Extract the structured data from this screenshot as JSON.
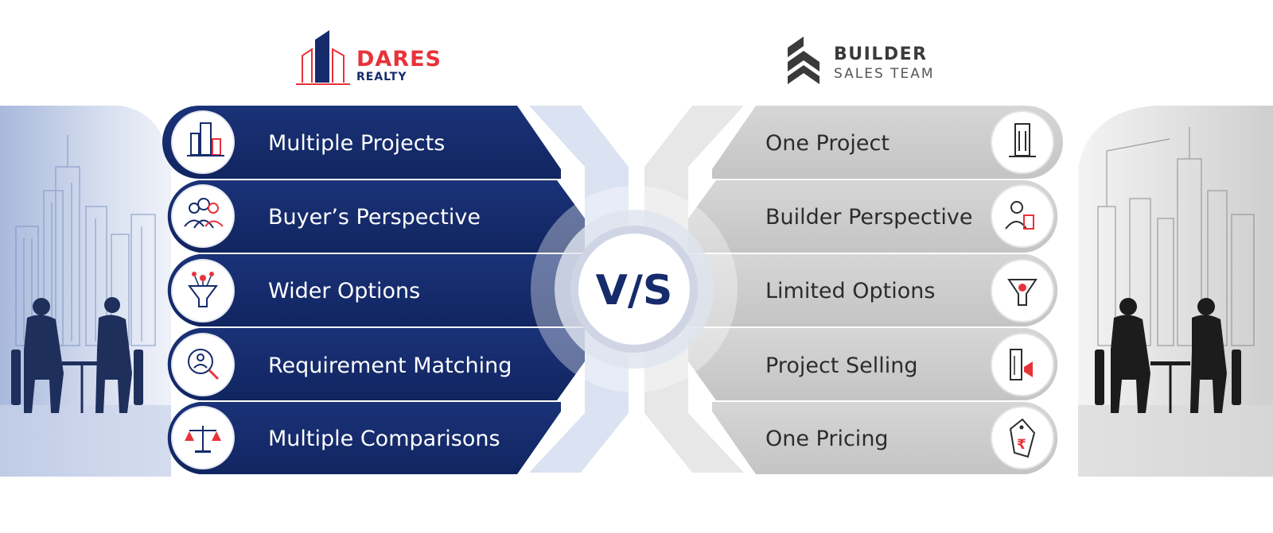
{
  "left_brand": {
    "name_line1": "DARES",
    "name_line2": "REALTY",
    "features": [
      {
        "label": "Multiple Projects",
        "icon": "buildings-icon"
      },
      {
        "label": "Buyer’s Perspective",
        "icon": "people-group-icon"
      },
      {
        "label": "Wider Options",
        "icon": "funnel-options-icon"
      },
      {
        "label": "Requirement Matching",
        "icon": "person-search-icon"
      },
      {
        "label": "Multiple Comparisons",
        "icon": "balance-scale-icon"
      }
    ]
  },
  "right_brand": {
    "name_line1": "BUILDER",
    "name_line2": "SALES TEAM",
    "features": [
      {
        "label": "One Project",
        "icon": "single-building-icon"
      },
      {
        "label": "Builder Perspective",
        "icon": "person-building-icon"
      },
      {
        "label": "Limited Options",
        "icon": "funnel-single-icon"
      },
      {
        "label": "Project Selling",
        "icon": "building-megaphone-icon"
      },
      {
        "label": "One Pricing",
        "icon": "rupee-price-tag-icon"
      }
    ]
  },
  "center": {
    "vs_label": "V/S"
  },
  "colors": {
    "navy": "#152b6b",
    "red": "#e8323a",
    "grey_panel": "#cfcfcf",
    "light_blue": "#dbe2f1"
  }
}
